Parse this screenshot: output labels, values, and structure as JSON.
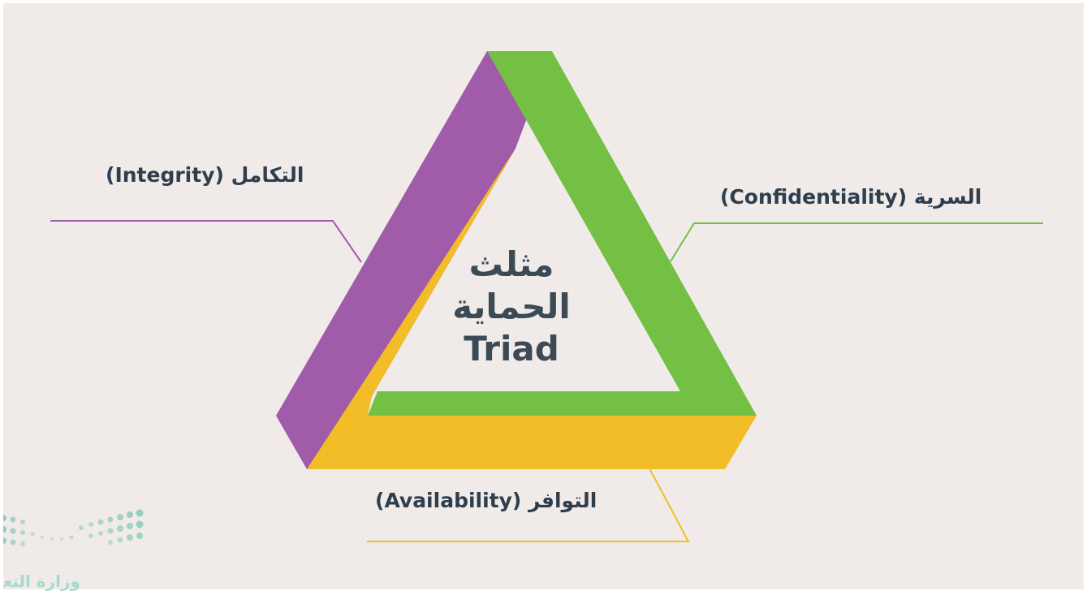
{
  "diagram": {
    "center_title": {
      "line1": "مثلث",
      "line2": "الحماية",
      "line3": "Triad"
    },
    "labels": {
      "integrity": "التكامل (Integrity)",
      "confidentiality": "السرية (Confidentiality)",
      "availability": "التوافر (Availability)"
    },
    "colors": {
      "background": "#f0ebe9",
      "purple_side": "#a05ca8",
      "green_side": "#74c044",
      "yellow_side": "#f2bd26",
      "text": "#2e3e4e"
    }
  },
  "branding": {
    "logo": "ministry-of-education-logo",
    "logo_text": "وزارة التعليم"
  }
}
